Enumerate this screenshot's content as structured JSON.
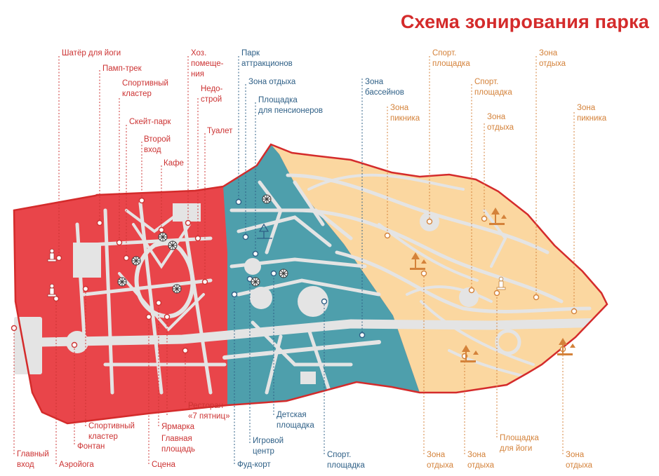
{
  "title": "Схема зонирования парка",
  "colors": {
    "title": "#d42b2b",
    "red_zone": "#e9454a",
    "red_text": "#cc3333",
    "teal_zone": "#4e9fac",
    "teal_text": "#2e5f86",
    "orange_zone": "#fbd7a0",
    "orange_text": "#d4823a",
    "outline": "#d42b2b",
    "paths": "#e4e4e4"
  },
  "labels": {
    "red": [
      [
        "Шатёр для йоги"
      ],
      [
        "Памп-трек"
      ],
      [
        "Спортивный",
        "кластер"
      ],
      [
        "Скейт-парк"
      ],
      [
        "Второй",
        "вход"
      ],
      [
        "Кафе"
      ],
      [
        "Хоз.",
        "помеще-",
        "ния"
      ],
      [
        "Недо-",
        "строй"
      ],
      [
        "Туалет"
      ],
      [
        "Ресторан",
        "«7 пятниц»"
      ],
      [
        "Спортивный",
        "кластер"
      ],
      [
        "Ярмарка"
      ],
      [
        "Главная",
        "площадь"
      ],
      [
        "Фонтан"
      ],
      [
        "Главный",
        "вход"
      ],
      [
        "Аэройога"
      ],
      [
        "Сцена"
      ]
    ],
    "teal": [
      [
        "Парк",
        "аттракционов"
      ],
      [
        "Зона отдыха"
      ],
      [
        "Площадка",
        "для пенсионеров"
      ],
      [
        "Зона",
        "бассейнов"
      ],
      [
        "Детская",
        "площадка"
      ],
      [
        "Игровой",
        "центр"
      ],
      [
        "Фуд-корт"
      ],
      [
        "Спорт.",
        "площадка"
      ]
    ],
    "orange": [
      [
        "Спорт.",
        "площадка"
      ],
      [
        "Зона",
        "отдыха"
      ],
      [
        "Спорт.",
        "площадка"
      ],
      [
        "Зона",
        "пикника"
      ],
      [
        "Зона",
        "отдыха"
      ],
      [
        "Зона",
        "пикника"
      ],
      [
        "Зона",
        "отдыха"
      ],
      [
        "Зона",
        "отдыха"
      ],
      [
        "Площадка",
        "для йоги"
      ],
      [
        "Зона",
        "отдыха"
      ]
    ]
  },
  "icons": {
    "ferris_wheel": "ferris-wheel-icon",
    "person_statue": "person-statue-icon",
    "tree_bench": "tree-bench-icon"
  }
}
